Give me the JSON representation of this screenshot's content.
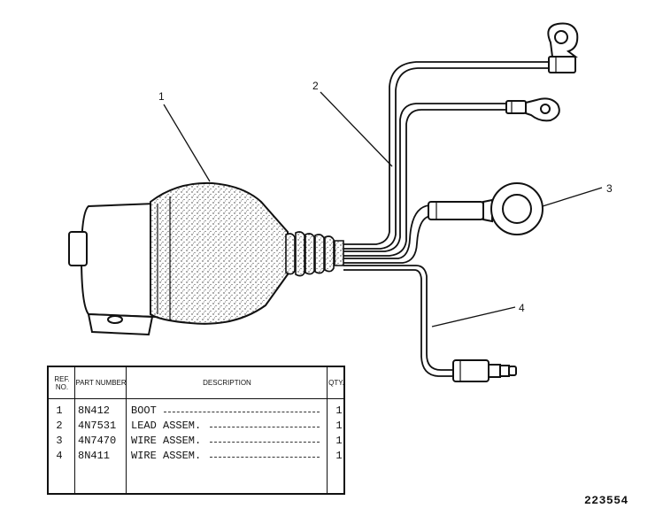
{
  "callouts": [
    "1",
    "2",
    "3",
    "4"
  ],
  "table": {
    "headers": {
      "ref": "REF. NO.",
      "part": "PART NUMBER",
      "description": "DESCRIPTION",
      "qty": "QTY."
    },
    "rows": [
      {
        "ref": "1",
        "part": "8N412",
        "description": "BOOT",
        "qty": "1"
      },
      {
        "ref": "2",
        "part": "4N7531",
        "description": "LEAD ASSEM.",
        "qty": "1"
      },
      {
        "ref": "3",
        "part": "4N7470",
        "description": "WIRE ASSEM.",
        "qty": "1"
      },
      {
        "ref": "4",
        "part": "8N411",
        "description": "WIRE ASSEM.",
        "qty": "1"
      }
    ]
  },
  "document_number": "223554"
}
